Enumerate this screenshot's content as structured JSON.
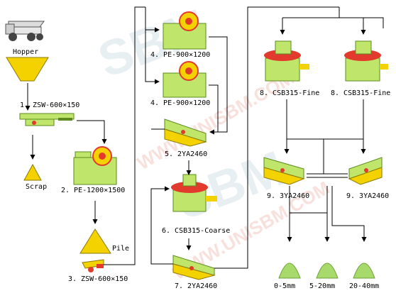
{
  "colors": {
    "machine_green": "#bfe56b",
    "machine_dark": "#5c8a1f",
    "accent_red": "#e23b2e",
    "accent_yellow": "#f3d200",
    "line": "#000000",
    "watermark": "#d6e2ea",
    "watermark_red": "#f3c7c0",
    "product_pile": "#a8d96b"
  },
  "watermark": {
    "logo": "SBM",
    "url": "WWW.UNISBM.COM"
  },
  "labels": {
    "hopper": "Hopper",
    "feeder": "1. ZSW-600×150",
    "scrap": "Scrap",
    "jaw_primary": "2. PE-1200×1500",
    "pile": "Pile",
    "feeder_secondary": "3. ZSW-600×150",
    "jaw_upper": "4. PE-900×1200",
    "jaw_lower": "4. PE-900×1200",
    "screen_5": "5. 2YA2460",
    "cone_coarse": "6. CSB315-Coarse",
    "screen_7": "7. 2YA2460",
    "cone_fine_left": "8. CSB315-Fine",
    "cone_fine_right": "8. CSB315-Fine",
    "screen_9_left": "9. 3YA2460",
    "screen_9_right": "9. 3YA2460",
    "product_1": "0-5mm",
    "product_2": "5-20mm",
    "product_3": "20-40mm"
  }
}
